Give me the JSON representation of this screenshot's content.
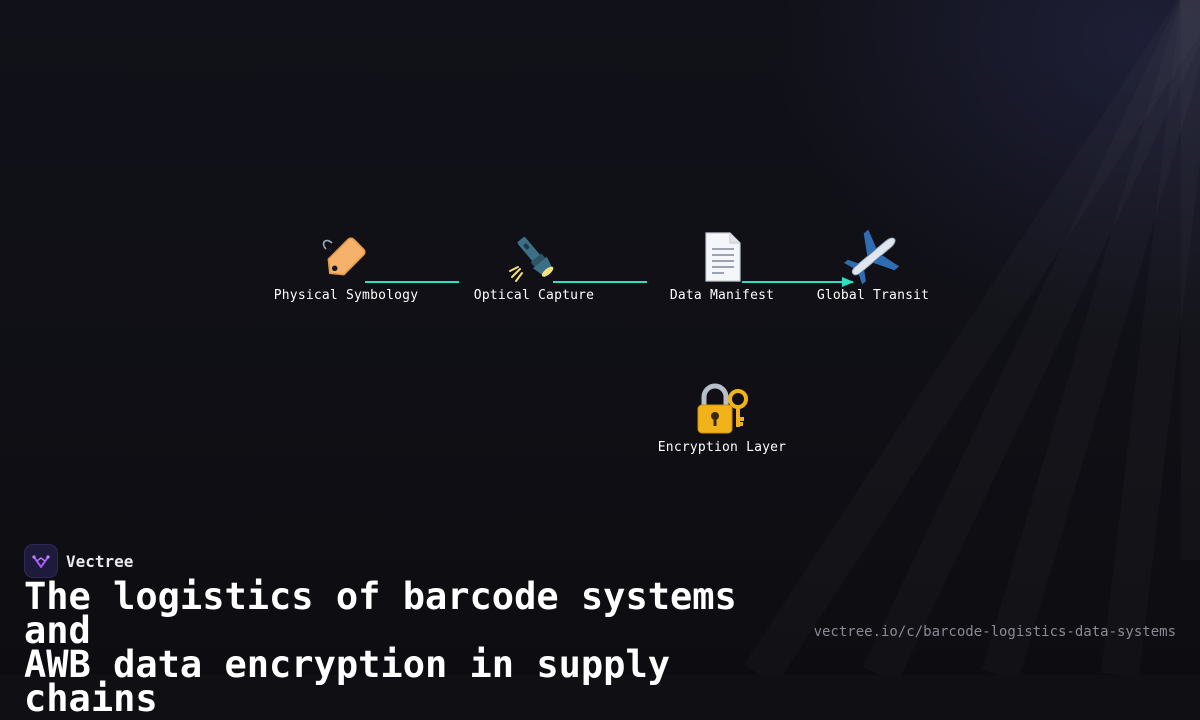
{
  "diagram": {
    "accent_color": "#2ee0c0",
    "nodes": [
      {
        "id": "physical",
        "label": "Physical Symbology",
        "icon": "label-tag-icon"
      },
      {
        "id": "optical",
        "label": "Optical Capture",
        "icon": "flashlight-icon"
      },
      {
        "id": "manifest",
        "label": "Data Manifest",
        "icon": "document-icon"
      },
      {
        "id": "transit",
        "label": "Global Transit",
        "icon": "airplane-icon"
      },
      {
        "id": "encryption",
        "label": "Encryption Layer",
        "icon": "lock-with-key-icon"
      }
    ],
    "edges": [
      {
        "from": "physical",
        "to": "optical",
        "arrow": false
      },
      {
        "from": "optical",
        "to": "manifest",
        "arrow": false
      },
      {
        "from": "manifest",
        "to": "transit",
        "arrow": true
      }
    ]
  },
  "brand": {
    "name": "Vectree",
    "logo_icon": "vectree-logo-icon",
    "logo_color": "#a855f7"
  },
  "title": {
    "line1": "The logistics of barcode systems and",
    "line2": "AWB data encryption in supply chains"
  },
  "url": "vectree.io/c/barcode-logistics-data-systems"
}
